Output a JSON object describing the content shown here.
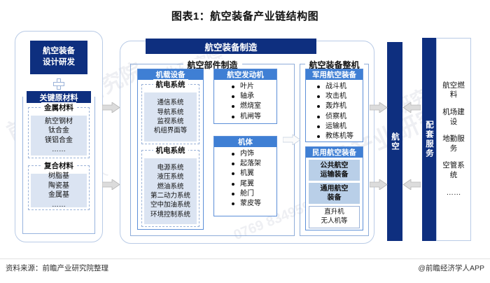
{
  "title": "图表1：航空装备产业链结构图",
  "watermarks": [
    "前瞻产业研究院",
    "前瞻",
    "产业研究院",
    "前瞻经济学人",
    "研究院",
    "0769 83495991"
  ],
  "left": {
    "design": "航空装备\n设计研发",
    "design_line1": "航空装备",
    "design_line2": "设计研发",
    "raw_materials_label": "关键原材料",
    "groups": [
      {
        "title": "金属材料",
        "items": [
          "航空钢材",
          "钛合金",
          "镁铝合金",
          "……"
        ]
      },
      {
        "title": "复合材料",
        "items": [
          "树脂基",
          "陶瓷基",
          "金属基",
          "……"
        ]
      }
    ]
  },
  "center": {
    "bar_label": "航空装备制造",
    "parts_frame_title": "航空部件制造",
    "whole_frame_title": "航空装备整机",
    "cards": {
      "airborne": {
        "header": "机载设备",
        "groups": [
          {
            "title": "航电系统",
            "items": [
              "通信系统",
              "导航系统",
              "监视系统",
              "机组界面等"
            ]
          },
          {
            "title": "机电系统",
            "items": [
              "电源系统",
              "液压系统",
              "燃油系统",
              "第二动力系统",
              "空中加油系统",
              "环境控制系统"
            ]
          }
        ]
      },
      "engine": {
        "header": "航空发动机",
        "items": [
          "叶片",
          "轴承",
          "燃烧室",
          "机闸等"
        ]
      },
      "airframe": {
        "header": "机体",
        "items": [
          "内饰",
          "起落架",
          "机翼",
          "尾翼",
          "舱门",
          "蒙皮等"
        ]
      },
      "military": {
        "header": "军用航空装备",
        "items": [
          "战斗机",
          "攻击机",
          "轰炸机",
          "侦察机",
          "运输机",
          "教练机等"
        ]
      },
      "civil": {
        "header": "民用航空装备",
        "sub1": "公共航空\n运输装备",
        "sub1_line1": "公共航空",
        "sub1_line2": "运输装备",
        "sub2_line1": "通用航空",
        "sub2_line2": "装备",
        "sub2_items": [
          "直升机",
          "无人机等"
        ]
      }
    }
  },
  "right": {
    "aviation_bar": "航空",
    "service_bar": "配套服务",
    "services": [
      "航空燃料",
      "机场建设",
      "地勤服务",
      "空管系统",
      "……"
    ]
  },
  "footer": {
    "source": "资料来源：前瞻产业研究院整理",
    "credit": "@前瞻经济学人APP"
  },
  "colors": {
    "navy": "#0e2f7f",
    "blue": "#3f7fd4",
    "tint": "#dbe4f2",
    "sub_tint": "#b9cfe8",
    "border": "#8fadd9",
    "arrow": "#d4d4d4"
  }
}
